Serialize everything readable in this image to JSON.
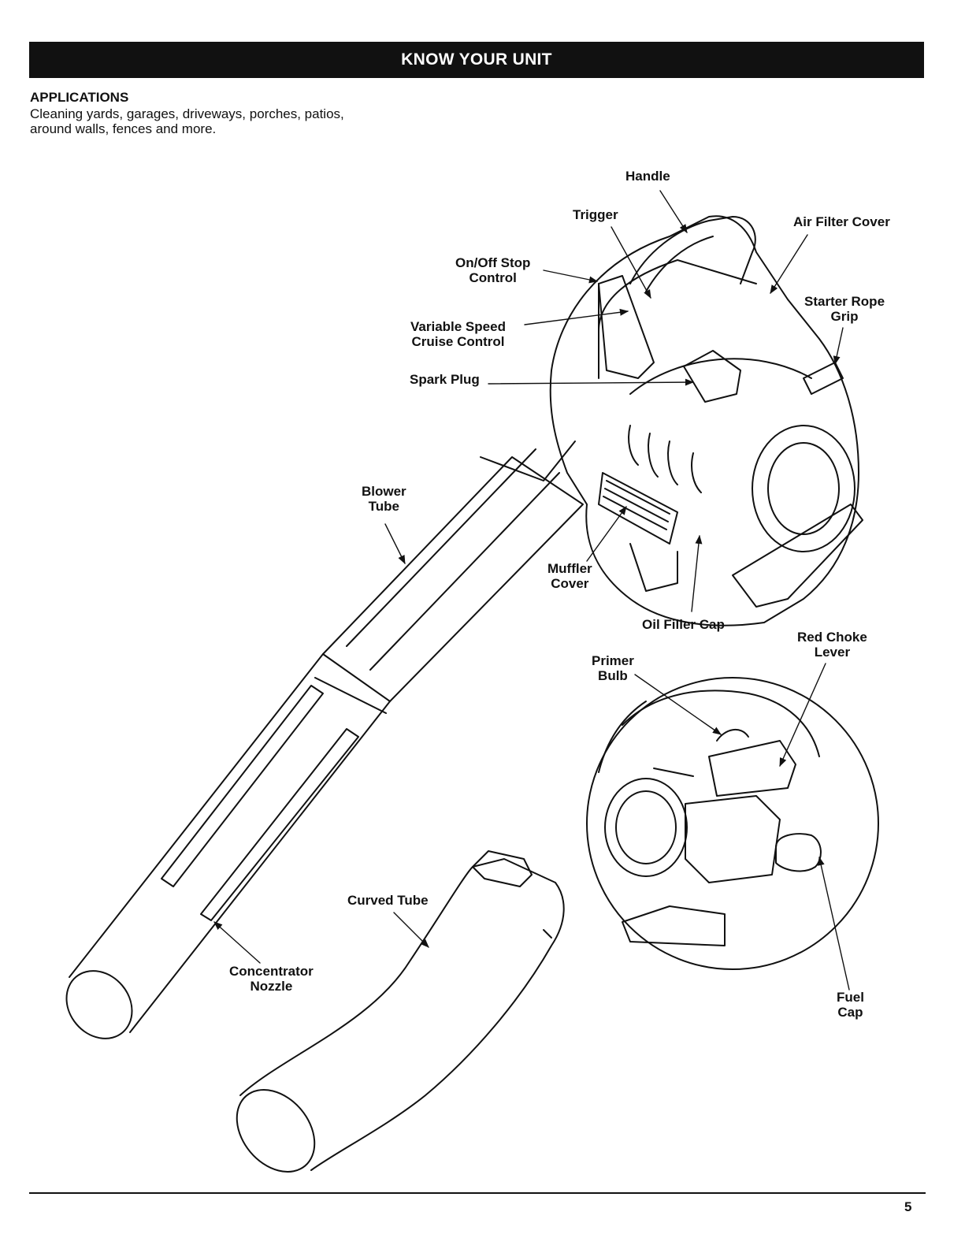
{
  "header": {
    "banner_title": "KNOW YOUR UNIT"
  },
  "applications": {
    "heading": "APPLICATIONS",
    "text": "Cleaning yards, garages, driveways, porches, patios, around walls, fences and more."
  },
  "labels": {
    "handle": [
      "Handle"
    ],
    "trigger": [
      "Trigger"
    ],
    "air_filter_cover": [
      "Air Filter Cover"
    ],
    "on_off_stop_control": [
      "On/Off Stop",
      "Control"
    ],
    "starter_rope_grip": [
      "Starter Rope",
      "Grip"
    ],
    "variable_speed_cruise_control": [
      "Variable Speed",
      "Cruise Control"
    ],
    "spark_plug": [
      "Spark Plug"
    ],
    "blower_tube": [
      "Blower",
      "Tube"
    ],
    "muffler_cover": [
      "Muffler",
      "Cover"
    ],
    "oil_filler_cap": [
      "Oil Filler Cap"
    ],
    "red_choke_lever": [
      "Red Choke",
      "Lever"
    ],
    "primer_bulb": [
      "Primer",
      "Bulb"
    ],
    "curved_tube": [
      "Curved Tube"
    ],
    "concentrator_nozzle": [
      "Concentrator",
      "Nozzle"
    ],
    "fuel_cap": [
      "Fuel",
      "Cap"
    ]
  },
  "footer": {
    "page_number": "5"
  }
}
